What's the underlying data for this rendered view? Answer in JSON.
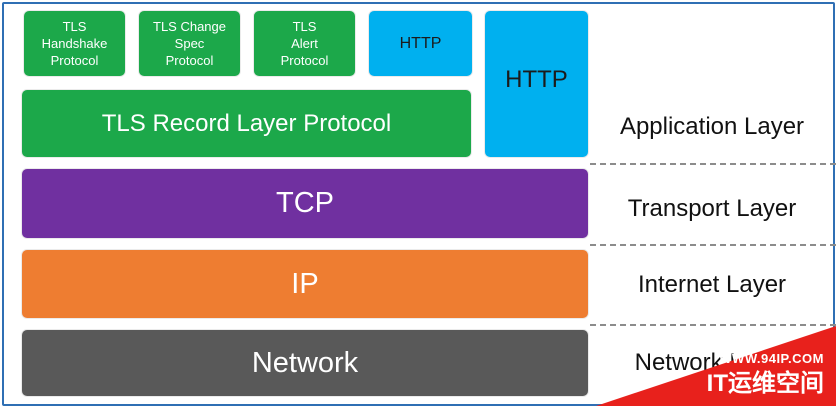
{
  "protocols": {
    "tls_handshake": "TLS\nHandshake\nProtocol",
    "tls_change_spec": "TLS Change\nSpec\nProtocol",
    "tls_alert": "TLS\nAlert\nProtocol",
    "http_small": "HTTP",
    "tls_record": "TLS Record Layer Protocol",
    "http_large": "HTTP",
    "tcp": "TCP",
    "ip": "IP",
    "network": "Network"
  },
  "layers": {
    "application": "Application Layer",
    "transport": "Transport Layer",
    "internet": "Internet Layer",
    "network": "Network Layer"
  },
  "watermark": {
    "url": "WWW.94IP.COM",
    "name": "IT运维空间"
  },
  "colors": {
    "tls": "#1ca84a",
    "http": "#00b0ef",
    "tcp": "#7030a0",
    "ip": "#ee7d31",
    "network": "#595959",
    "watermark": "#e8211c"
  }
}
